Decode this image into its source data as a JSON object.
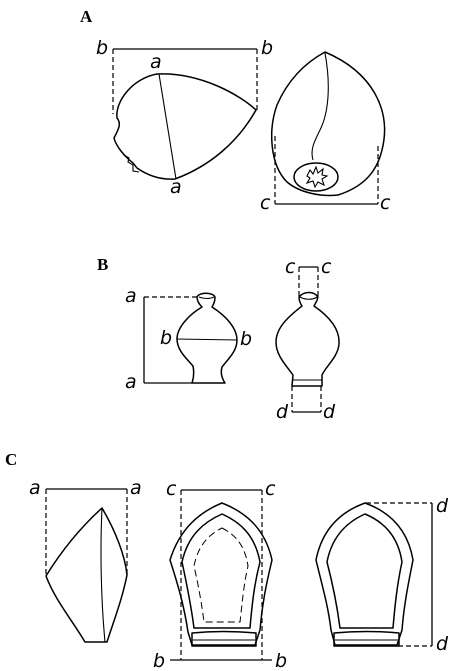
{
  "panels": {
    "A": {
      "label": "A",
      "leaf_side": {
        "top_labels": [
          "b",
          "b"
        ],
        "chord_labels": [
          "a",
          "a"
        ]
      },
      "leaf_scar": {
        "bottom_labels": [
          "c",
          "c"
        ]
      }
    },
    "B": {
      "label": "B",
      "fruit_left": {
        "height_labels": [
          "a",
          "a"
        ],
        "width_labels": [
          "b",
          "b"
        ]
      },
      "fruit_right": {
        "neck_labels": [
          "c",
          "c"
        ],
        "base_labels": [
          "d",
          "d"
        ]
      }
    },
    "C": {
      "label": "C",
      "bract": {
        "top_labels": [
          "a",
          "a"
        ]
      },
      "section_dashed": {
        "top_labels": [
          "c",
          "c"
        ],
        "bottom_labels": [
          "b",
          "b"
        ]
      },
      "section_plain": {
        "side_labels": [
          "d",
          "d"
        ]
      }
    }
  }
}
